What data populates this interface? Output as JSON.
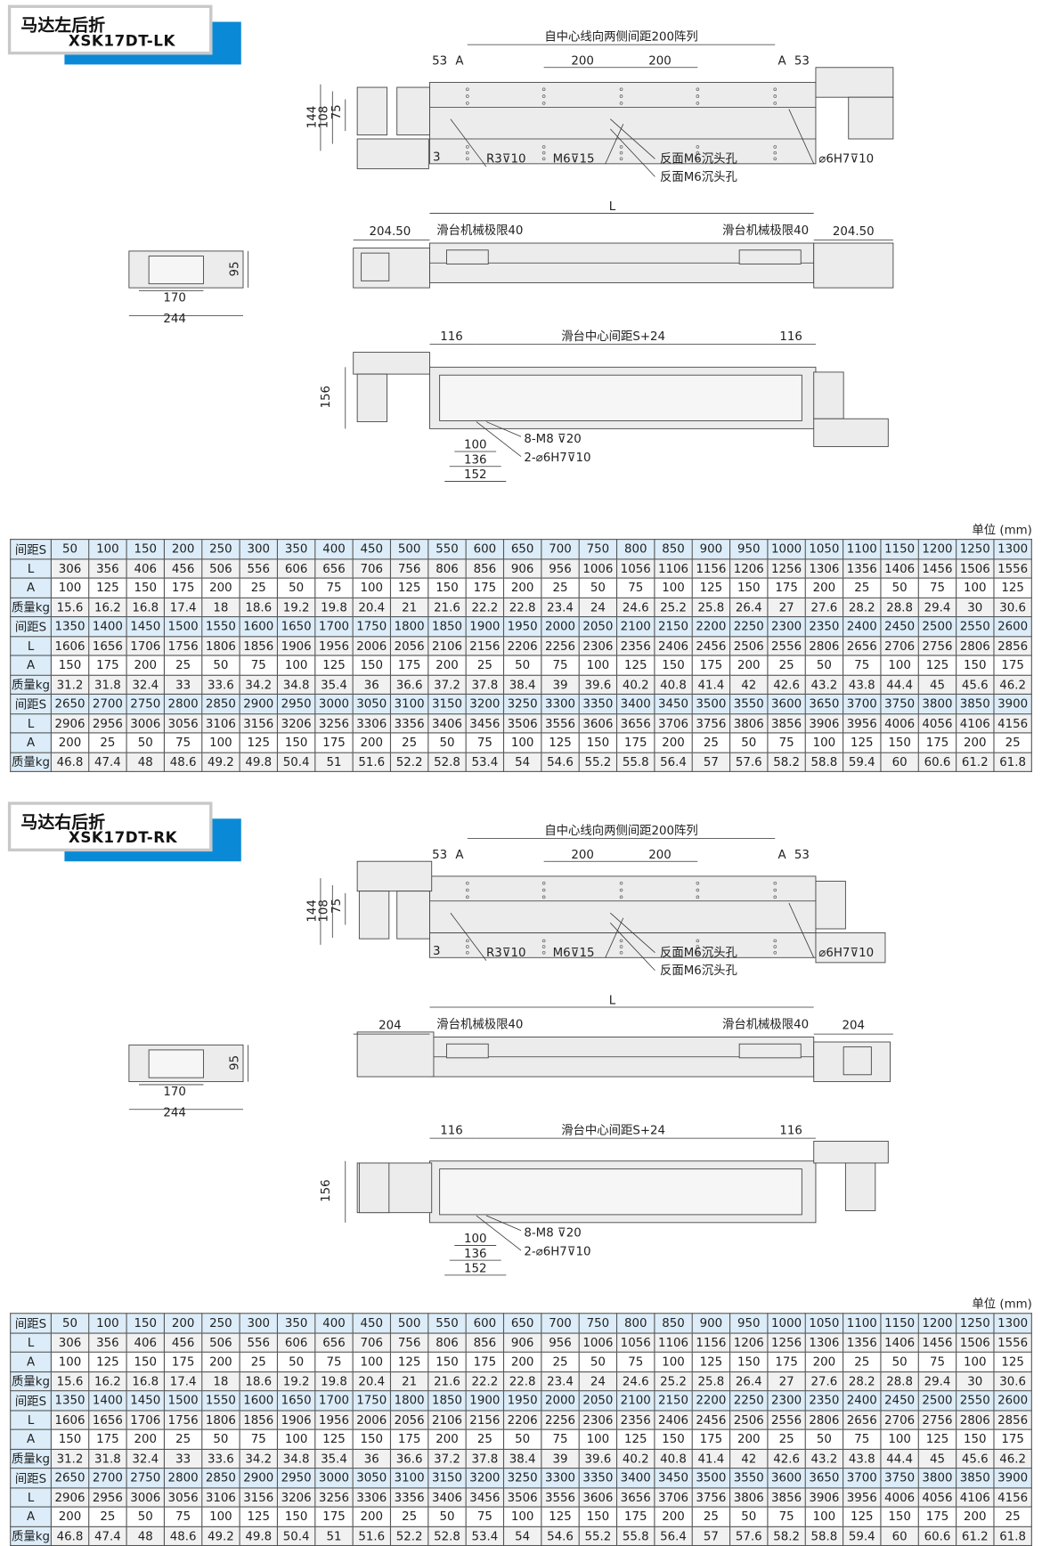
{
  "sections": [
    {
      "title": "马达左后折",
      "model": "XSK17DT-LK",
      "labels": {
        "array": "自中心线向两侧间距200阵列",
        "d53": "53",
        "dA": "A",
        "d200": "200",
        "h144": "144",
        "h108": "108",
        "h75": "75",
        "d3": "3",
        "r3": "R3⊽10",
        "m6": "M6⊽15",
        "back1": "反面M6沉头孔",
        "back2": "反面M6沉头孔",
        "phi6": "⌀6H7⊽10",
        "L": "L",
        "side": "204.50",
        "limit": "滑台机械极限40",
        "e95": "95",
        "e170": "170",
        "e244": "244",
        "d116": "116",
        "center": "滑台中心间距S+24",
        "h156": "156",
        "m8": "8-M8 ⊽20",
        "phi6b": "2-⌀6H7⊽10",
        "d100": "100",
        "d136": "136",
        "d152": "152"
      }
    },
    {
      "title": "马达右后折",
      "model": "XSK17DT-RK",
      "labels": {
        "array": "自中心线向两侧间距200阵列",
        "d53": "53",
        "dA": "A",
        "d200": "200",
        "h144": "144",
        "h108": "108",
        "h75": "75",
        "d3": "3",
        "r3": "R3⊽10",
        "m6": "M6⊽15",
        "back1": "反面M6沉头孔",
        "back2": "反面M6沉头孔",
        "phi6": "⌀6H7⊽10",
        "L": "L",
        "side": "204",
        "limit": "滑台机械极限40",
        "e95": "95",
        "e170": "170",
        "e244": "244",
        "d116": "116",
        "center": "滑台中心间距S+24",
        "h156": "156",
        "m8": "8-M8 ⊽20",
        "phi6b": "2-⌀6H7⊽10",
        "d100": "100",
        "d136": "136",
        "d152": "152"
      }
    }
  ],
  "unit": "单位 (mm)",
  "table": {
    "row_labels": [
      "间距S",
      "L",
      "A",
      "质量kg"
    ],
    "blocks": [
      {
        "S": [
          "50",
          "100",
          "150",
          "200",
          "250",
          "300",
          "350",
          "400",
          "450",
          "500",
          "550",
          "600",
          "650",
          "700",
          "750",
          "800",
          "850",
          "900",
          "950",
          "1000",
          "1050",
          "1100",
          "1150",
          "1200",
          "1250",
          "1300"
        ],
        "L": [
          "306",
          "356",
          "406",
          "456",
          "506",
          "556",
          "606",
          "656",
          "706",
          "756",
          "806",
          "856",
          "906",
          "956",
          "1006",
          "1056",
          "1106",
          "1156",
          "1206",
          "1256",
          "1306",
          "1356",
          "1406",
          "1456",
          "1506",
          "1556"
        ],
        "A": [
          "100",
          "125",
          "150",
          "175",
          "200",
          "25",
          "50",
          "75",
          "100",
          "125",
          "150",
          "175",
          "200",
          "25",
          "50",
          "75",
          "100",
          "125",
          "150",
          "175",
          "200",
          "25",
          "50",
          "75",
          "100",
          "125"
        ],
        "kg": [
          "15.6",
          "16.2",
          "16.8",
          "17.4",
          "18",
          "18.6",
          "19.2",
          "19.8",
          "20.4",
          "21",
          "21.6",
          "22.2",
          "22.8",
          "23.4",
          "24",
          "24.6",
          "25.2",
          "25.8",
          "26.4",
          "27",
          "27.6",
          "28.2",
          "28.8",
          "29.4",
          "30",
          "30.6"
        ]
      },
      {
        "S": [
          "1350",
          "1400",
          "1450",
          "1500",
          "1550",
          "1600",
          "1650",
          "1700",
          "1750",
          "1800",
          "1850",
          "1900",
          "1950",
          "2000",
          "2050",
          "2100",
          "2150",
          "2200",
          "2250",
          "2300",
          "2350",
          "2400",
          "2450",
          "2500",
          "2550",
          "2600"
        ],
        "L": [
          "1606",
          "1656",
          "1706",
          "1756",
          "1806",
          "1856",
          "1906",
          "1956",
          "2006",
          "2056",
          "2106",
          "2156",
          "2206",
          "2256",
          "2306",
          "2356",
          "2406",
          "2456",
          "2506",
          "2556",
          "2806",
          "2656",
          "2706",
          "2756",
          "2806",
          "2856"
        ],
        "A": [
          "150",
          "175",
          "200",
          "25",
          "50",
          "75",
          "100",
          "125",
          "150",
          "175",
          "200",
          "25",
          "50",
          "75",
          "100",
          "125",
          "150",
          "175",
          "200",
          "25",
          "50",
          "75",
          "100",
          "125",
          "150",
          "175"
        ],
        "kg": [
          "31.2",
          "31.8",
          "32.4",
          "33",
          "33.6",
          "34.2",
          "34.8",
          "35.4",
          "36",
          "36.6",
          "37.2",
          "37.8",
          "38.4",
          "39",
          "39.6",
          "40.2",
          "40.8",
          "41.4",
          "42",
          "42.6",
          "43.2",
          "43.8",
          "44.4",
          "45",
          "45.6",
          "46.2"
        ]
      },
      {
        "S": [
          "2650",
          "2700",
          "2750",
          "2800",
          "2850",
          "2900",
          "2950",
          "3000",
          "3050",
          "3100",
          "3150",
          "3200",
          "3250",
          "3300",
          "3350",
          "3400",
          "3450",
          "3500",
          "3550",
          "3600",
          "3650",
          "3700",
          "3750",
          "3800",
          "3850",
          "3900"
        ],
        "L": [
          "2906",
          "2956",
          "3006",
          "3056",
          "3106",
          "3156",
          "3206",
          "3256",
          "3306",
          "3356",
          "3406",
          "3456",
          "3506",
          "3556",
          "3606",
          "3656",
          "3706",
          "3756",
          "3806",
          "3856",
          "3906",
          "3956",
          "4006",
          "4056",
          "4106",
          "4156"
        ],
        "A": [
          "200",
          "25",
          "50",
          "75",
          "100",
          "125",
          "150",
          "175",
          "200",
          "25",
          "50",
          "75",
          "100",
          "125",
          "150",
          "175",
          "200",
          "25",
          "50",
          "75",
          "100",
          "125",
          "150",
          "175",
          "200",
          "25"
        ],
        "kg": [
          "46.8",
          "47.4",
          "48",
          "48.6",
          "49.2",
          "49.8",
          "50.4",
          "51",
          "51.6",
          "52.2",
          "52.8",
          "53.4",
          "54",
          "54.6",
          "55.2",
          "55.8",
          "56.4",
          "57",
          "57.6",
          "58.2",
          "58.8",
          "59.4",
          "60",
          "60.6",
          "61.2",
          "61.8"
        ]
      }
    ]
  },
  "colors": {
    "accent": "#0a8ad6",
    "header_cell": "#dcedf9",
    "part": "#ebebeb"
  }
}
